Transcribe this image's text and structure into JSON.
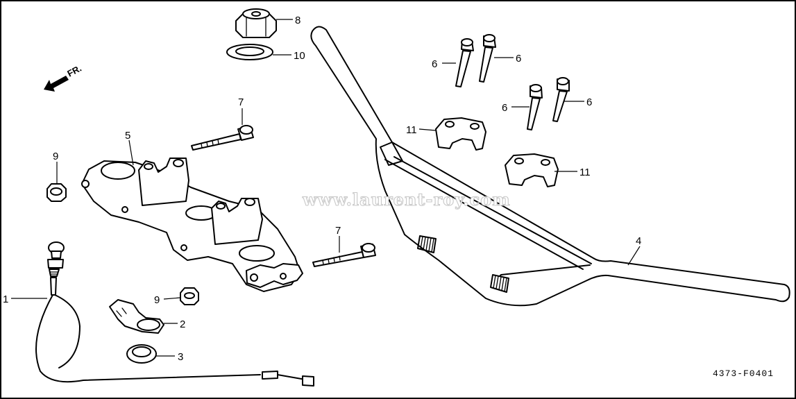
{
  "diagram": {
    "figure_code": "4373-F0401",
    "watermark": "www.laurent-roy.com",
    "direction_label": "FR.",
    "callouts": [
      "1",
      "2",
      "3",
      "4",
      "5",
      "6",
      "6",
      "6",
      "6",
      "7",
      "7",
      "8",
      "9",
      "9",
      "10",
      "11",
      "11"
    ]
  }
}
